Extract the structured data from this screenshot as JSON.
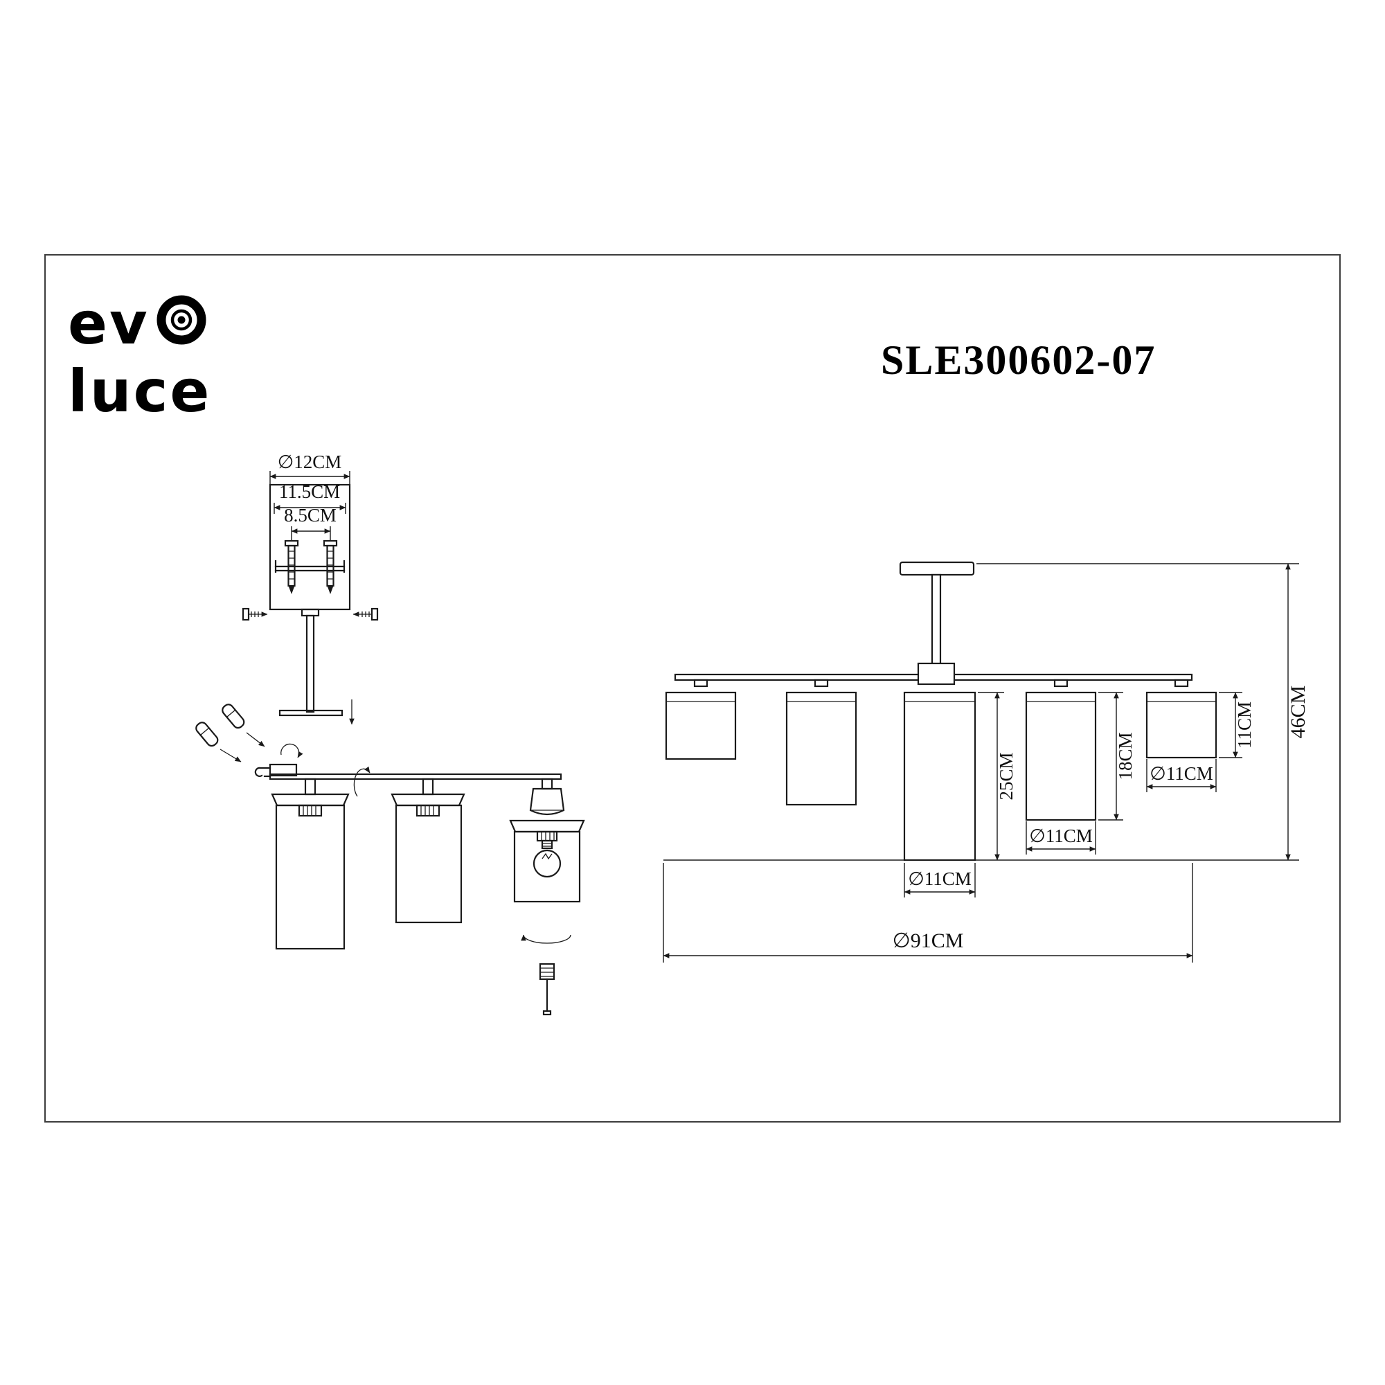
{
  "colors": {
    "background": "#ffffff",
    "line": "#1a1a1a",
    "frame": "#3c3c3c"
  },
  "brand": {
    "word_top": "ev",
    "word_bottom": "luce",
    "logo_mark_icon": "bullseye-icon"
  },
  "model_number": "SLE300602-07",
  "mount_view": {
    "dim_canopy_diameter": "∅12CM",
    "dim_plate_width": "11.5CM",
    "dim_hole_spacing": "8.5CM"
  },
  "side_view": {
    "dim_center_shade_height": "25CM",
    "dim_mid_shade_height": "18CM",
    "dim_end_shade_height": "11CM",
    "dim_center_shade_diameter": "∅11CM",
    "dim_mid_shade_diameter": "∅11CM",
    "dim_end_shade_diameter": "∅11CM",
    "dim_total_height": "46CM",
    "dim_total_width": "∅91CM"
  }
}
